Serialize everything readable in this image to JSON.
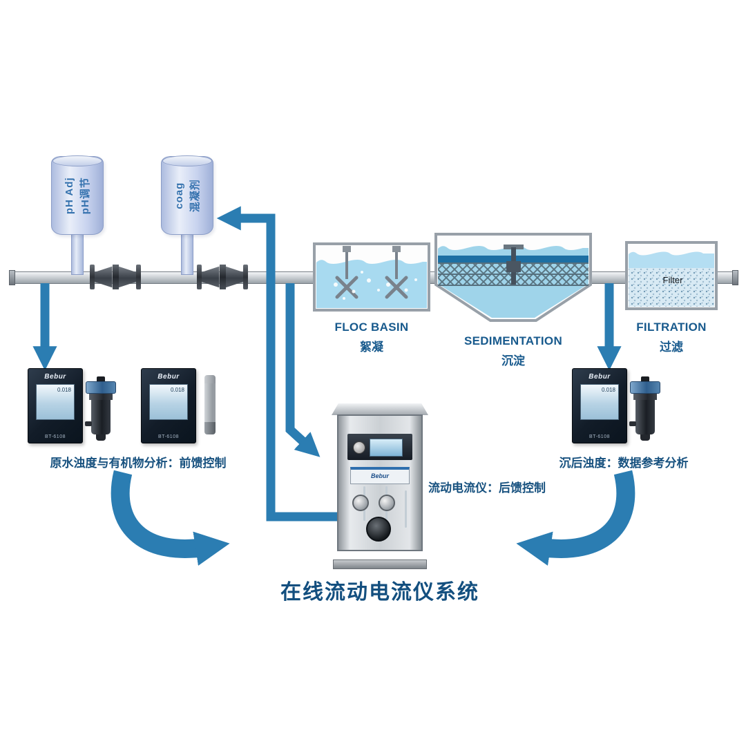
{
  "title": "在线流动电流仪系统",
  "tanks": {
    "ph": {
      "line1": "pH Adj",
      "line2": "pH调节"
    },
    "coag": {
      "line1": "coag",
      "line2": "混凝剂"
    }
  },
  "process_units": {
    "floc": {
      "name": "FLOC BASIN",
      "name_zh": "絮凝"
    },
    "sedimentation": {
      "name": "SEDIMENTATION",
      "name_zh": "沉淀"
    },
    "filtration": {
      "name": "FILTRATION",
      "name_zh": "过滤",
      "inner_label": "Filter"
    }
  },
  "instruments": {
    "controller": {
      "brand": "Bebur",
      "model": "BT-6108",
      "screen_value": "0.018"
    },
    "left_caption": "原水浊度与有机物分析：前馈控制",
    "center_caption": "流动电流仪：后馈控制",
    "right_caption": "沉后浊度：数据参考分析"
  },
  "colors": {
    "arrow_blue": "#2b7db2",
    "label_blue": "#185a8d",
    "title_blue": "#134f7f",
    "water_blue": "#9fd4ea",
    "dark_band_blue": "#1d6fa3"
  }
}
